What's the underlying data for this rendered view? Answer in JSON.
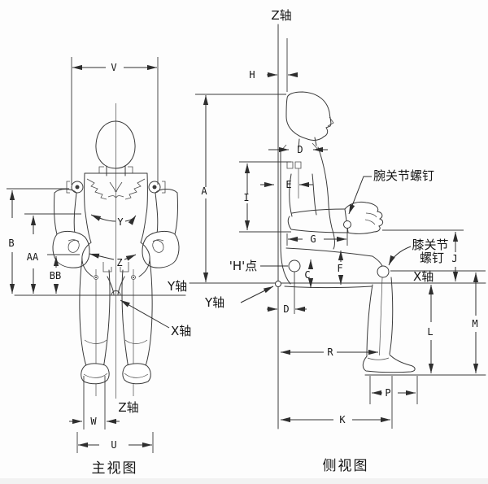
{
  "diagram": {
    "front_view": {
      "caption": "主视图",
      "axis_labels": {
        "y_axis": "Y轴",
        "x_axis": "X轴",
        "z_axis": "Z轴"
      },
      "dim_labels": {
        "V": "V",
        "B": "B",
        "AA": "AA",
        "BB": "BB",
        "Y": "Y",
        "Z": "Z",
        "W": "W",
        "U": "U"
      }
    },
    "side_view": {
      "caption": "侧视图",
      "axis_labels": {
        "z_axis": "Z轴",
        "y_axis": "Y轴",
        "x_axis": "X轴"
      },
      "dim_labels": {
        "A": "A",
        "H": "H",
        "D_upper": "D",
        "E": "E",
        "I": "I",
        "G": "G",
        "F": "F",
        "C": "C",
        "D_lower": "D",
        "J": "J",
        "L": "L",
        "M": "M",
        "R": "R",
        "P": "P",
        "K": "K"
      },
      "annotations": {
        "h_point": "'H'点",
        "wrist_screw": "腕关节螺钉",
        "knee_screw_line1": "膝关节",
        "knee_screw_line2": "螺钉"
      }
    },
    "colors": {
      "line": "#3a3a3a",
      "background": "#fdfdfd"
    }
  }
}
